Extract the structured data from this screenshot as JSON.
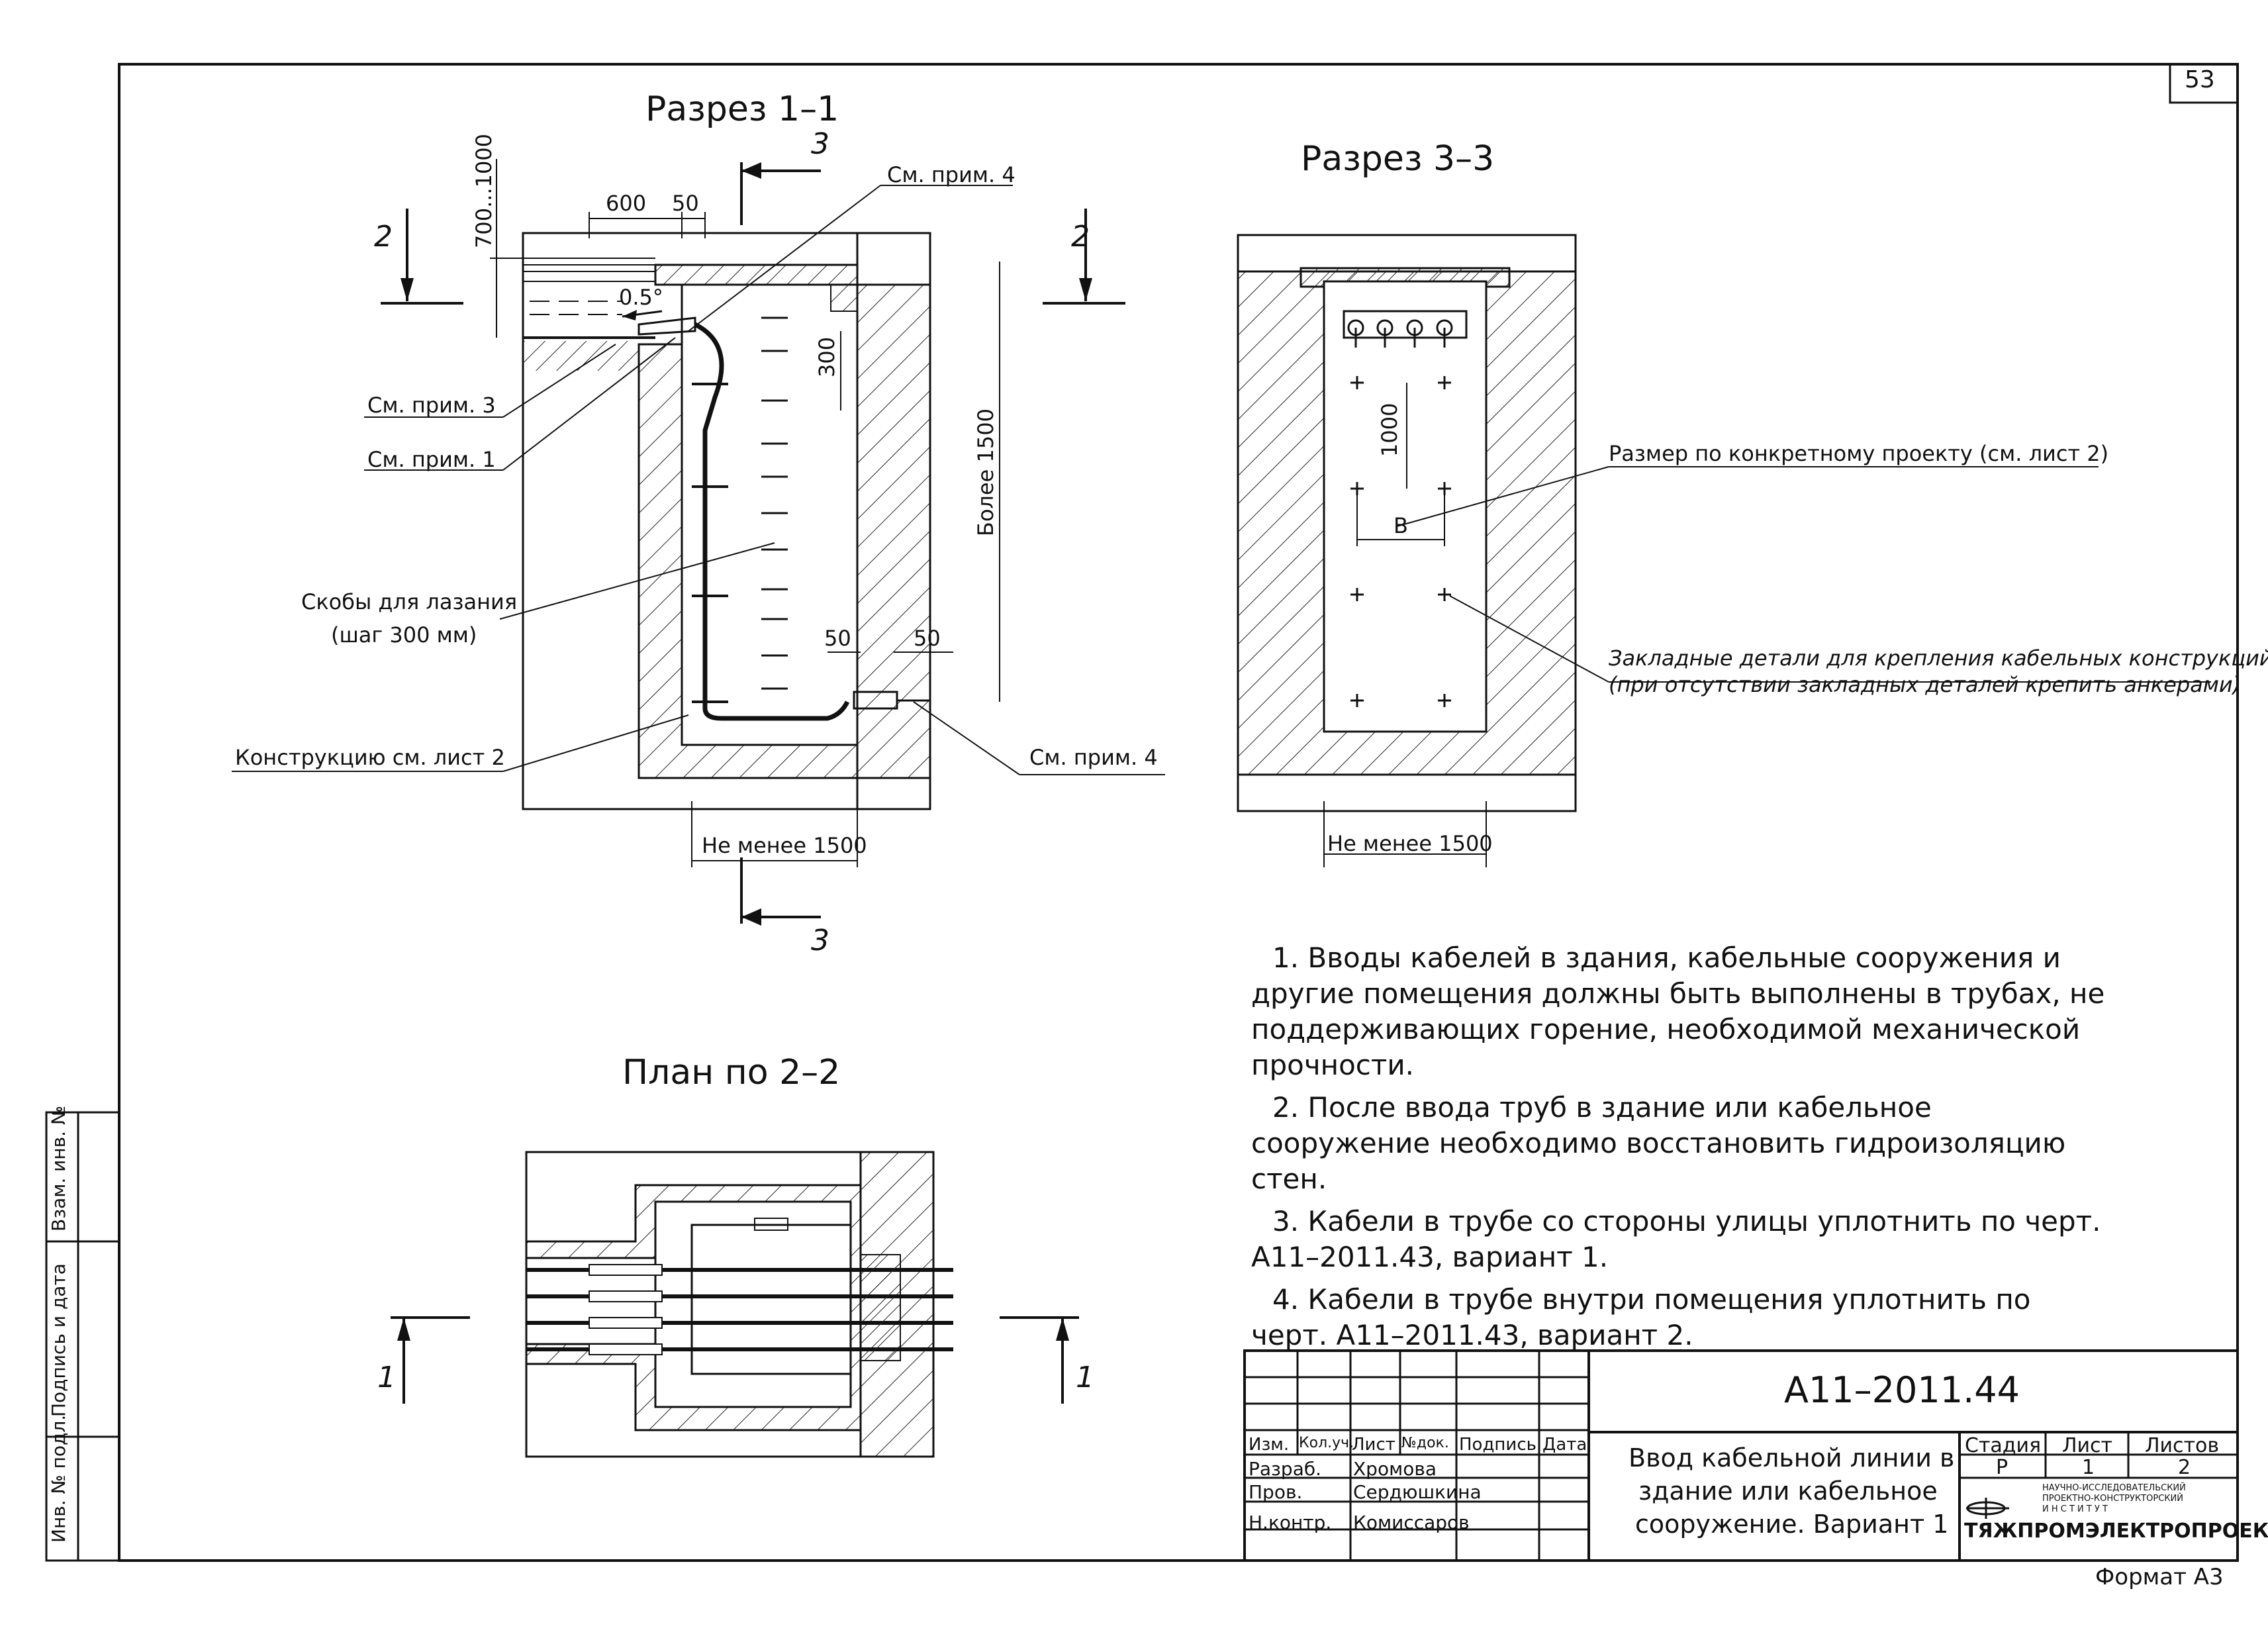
{
  "sheet_number": "53",
  "format": "Формат А3",
  "sections": {
    "s11": {
      "title": "Разрез 1–1"
    },
    "s33": {
      "title": "Разрез 3–3"
    },
    "plan": {
      "title": "План по 2–2"
    }
  },
  "markers": {
    "m3": "3",
    "m2": "2",
    "m1": "1"
  },
  "dims": {
    "d700": "700...1000",
    "d600": "600",
    "d50a": "50",
    "d05": "0.5°",
    "d300": "300",
    "more1500": "Более 1500",
    "d50b": "50",
    "d50c": "50",
    "notless1500": "Не менее 1500",
    "d1000": "1000",
    "dB": "B"
  },
  "callouts": {
    "prim4_top": "См. прим. 4",
    "prim3": "См. прим. 3",
    "prim1": "См. прим. 1",
    "skoby1": "Скобы для лазания",
    "skoby2": "(шаг 300 мм)",
    "konstr": "Конструкцию см. лист 2",
    "prim4_bot": "См. прим. 4",
    "razmer": "Размер по конкретному проекту (см. лист 2)",
    "zaklad1": "Закладные детали для крепления кабельных конструкций",
    "zaklad2": "(при отсутствии закладных деталей крепить анкерами)"
  },
  "notes": [
    "1. Вводы кабелей в здания, кабельные сооружения и другие помещения должны быть выполнены в трубах, не поддерживающих горение, необходимой механической прочности.",
    "2. После ввода труб в здание или кабельное сооружение необходимо восстановить гидроизоляцию стен.",
    "3. Кабели в трубе со стороны улицы уплотнить по черт. А11–2011.43, вариант 1.",
    "4. Кабели в трубе внутри помещения уплотнить по черт. А11–2011.43, вариант 2."
  ],
  "side_stamp": [
    "Инв. № подл.",
    "Подпись и дата",
    "Взам. инв. №"
  ],
  "title_block": {
    "doc_code": "А11–2011.44",
    "headers": [
      "Изм.",
      "Кол.уч.",
      "Лист",
      "№док.",
      "Подпись",
      "Дата"
    ],
    "rows": [
      {
        "role": "Разраб.",
        "name": "Хромова"
      },
      {
        "role": "Пров.",
        "name": "Сердюшкина"
      },
      {
        "role": "Н.контр.",
        "name": "Комиссаров"
      }
    ],
    "description": [
      "Ввод кабельной линии в",
      "здание или кабельное",
      "сооружение. Вариант 1"
    ],
    "stage_header": "Стадия",
    "sheet_header": "Лист",
    "sheets_header": "Листов",
    "stage": "Р",
    "sheet": "1",
    "sheets": "2",
    "org_small": [
      "НАУЧНО-ИССЛЕДОВАТЕЛЬСКИЙ",
      "ПРОЕКТНО-КОНСТРУКТОРСКИЙ",
      "И Н С Т И Т У Т"
    ],
    "org_name": "ТЯЖПРОМЭЛЕКТРОПРОЕКТ"
  }
}
